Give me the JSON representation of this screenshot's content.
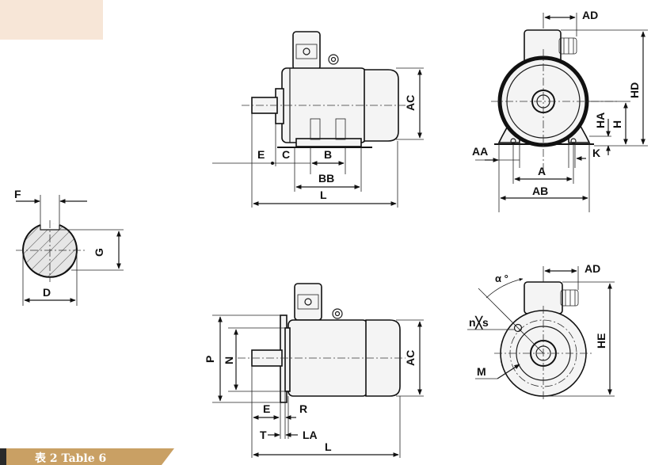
{
  "labels": {
    "AD_top": "AD",
    "HD": "HD",
    "HA": "HA",
    "H": "H",
    "AA": "AA",
    "K": "K",
    "A": "A",
    "AB": "AB",
    "AC_top": "AC",
    "E_top": "E",
    "C": "C",
    "B": "B",
    "BB": "BB",
    "L_top": "L",
    "F": "F",
    "G": "G",
    "D": "D",
    "P": "P",
    "N": "N",
    "AC_bottom": "AC",
    "E_bottom": "E",
    "R": "R",
    "T": "T",
    "LA": "LA",
    "L_bottom": "L",
    "alpha": "α °",
    "AD_bottom": "AD",
    "nxs": "n╳s",
    "HE": "HE",
    "M": "M"
  },
  "footer_tab": {
    "text": "表 2   Table 6"
  },
  "colors": {
    "line": "#1a1a1a",
    "tab": "#c9a064"
  }
}
